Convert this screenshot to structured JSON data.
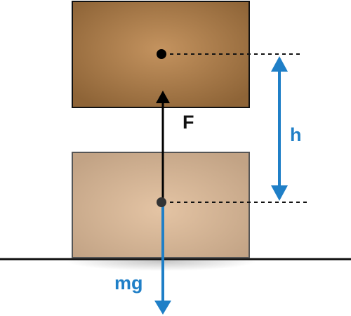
{
  "labels": {
    "force": "F",
    "height": "h",
    "weight": "mg"
  },
  "colors": {
    "block_raised_center": "#c4935f",
    "block_raised_edge": "#8e6437",
    "block_raised_stroke": "#111111",
    "block_ground_center": "#e4c4a4",
    "block_ground_edge": "#c2a385",
    "block_ground_stroke": "#555555",
    "force_arrow": "#000000",
    "weight_arrow": "#1f7fc7",
    "height_arrow": "#1f7fc7",
    "ground_line": "#111111",
    "dashed_guides": "#111111"
  },
  "icons": {
    "center_of_mass": "filled-dot",
    "arrowheads": "triangle"
  }
}
